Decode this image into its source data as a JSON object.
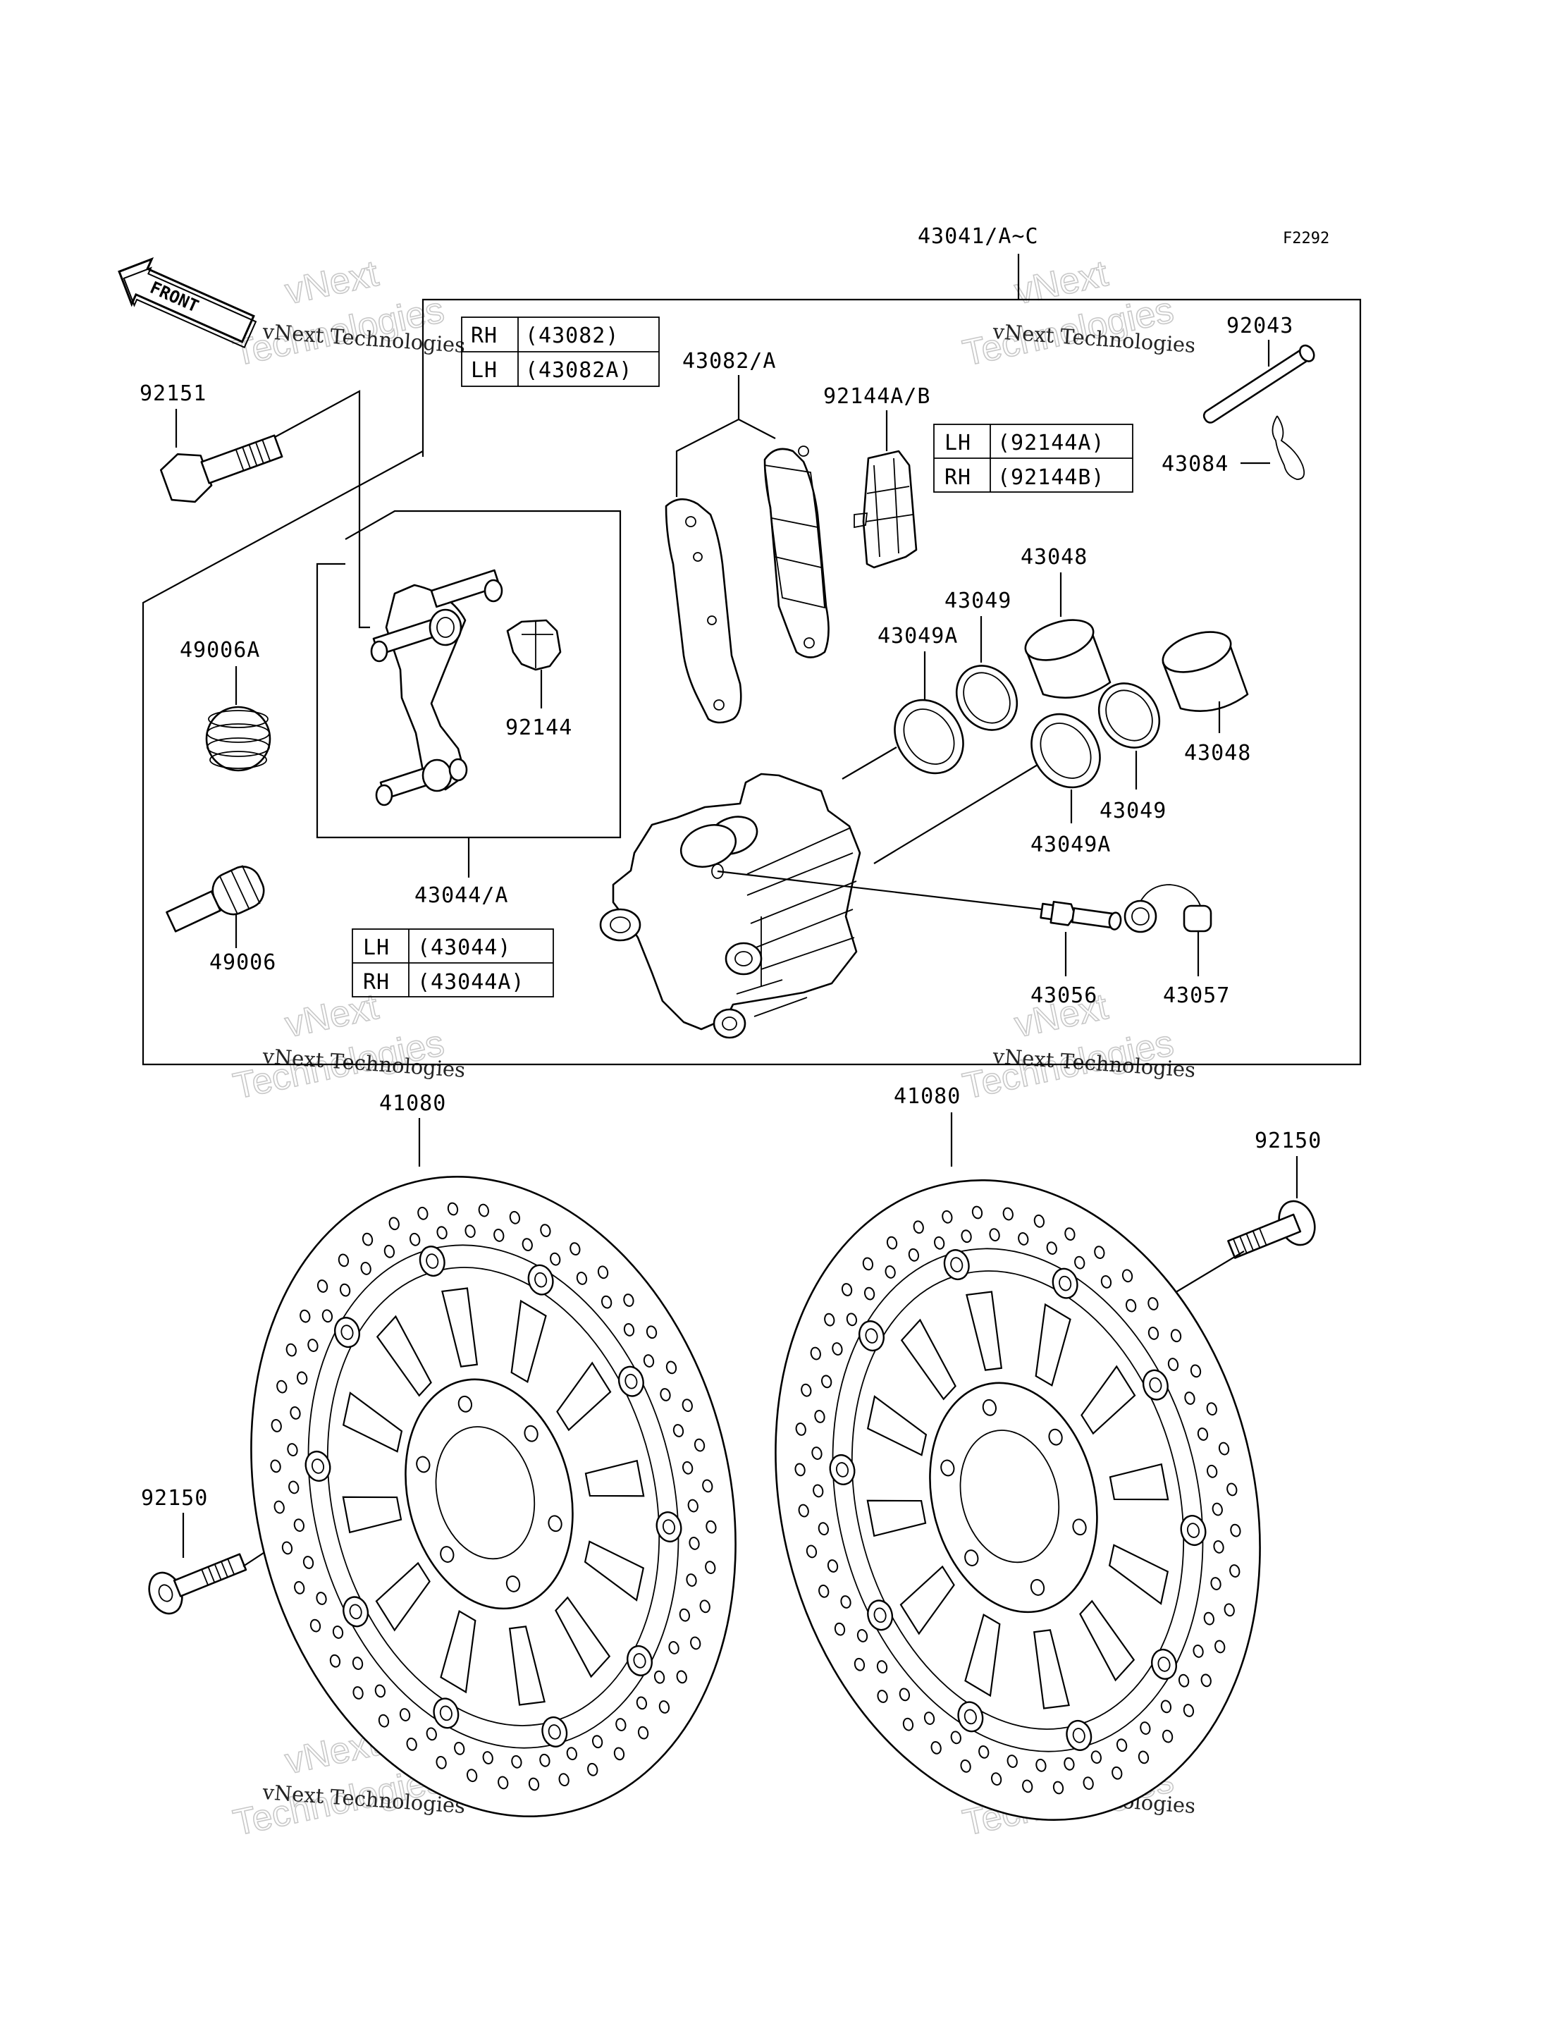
{
  "figure_id": "F2292",
  "front_label": "FRONT",
  "labels": {
    "caliper_assy": "43041/A~C",
    "pad_set": "43082/A",
    "pad_spring": "92144A/B",
    "pin": "92043",
    "clip": "43084",
    "bolt_top": "92151",
    "boot_a": "49006A",
    "boot": "49006",
    "holder": "43044/A",
    "spring_92144": "92144",
    "piston_top": "43048",
    "piston_right": "43048",
    "seal_top": "43049",
    "seal_a_top": "43049A",
    "seal_right": "43049",
    "seal_a_right": "43049A",
    "bleed_valve": "43056",
    "cap": "43057",
    "disc_left": "41080",
    "disc_right": "41080",
    "bolt_right": "92150",
    "bolt_left": "92150"
  },
  "tables": {
    "pads": [
      {
        "side": "RH",
        "part": "(43082)"
      },
      {
        "side": "LH",
        "part": "(43082A)"
      }
    ],
    "springs": [
      {
        "side": "LH",
        "part": "(92144A)"
      },
      {
        "side": "RH",
        "part": "(92144B)"
      }
    ],
    "holders": [
      {
        "side": "LH",
        "part": "(43044)"
      },
      {
        "side": "RH",
        "part": "(43044A)"
      }
    ]
  },
  "watermark": {
    "line1": "vNext",
    "line2": "vNext Technologies",
    "line3": "Technologies"
  }
}
